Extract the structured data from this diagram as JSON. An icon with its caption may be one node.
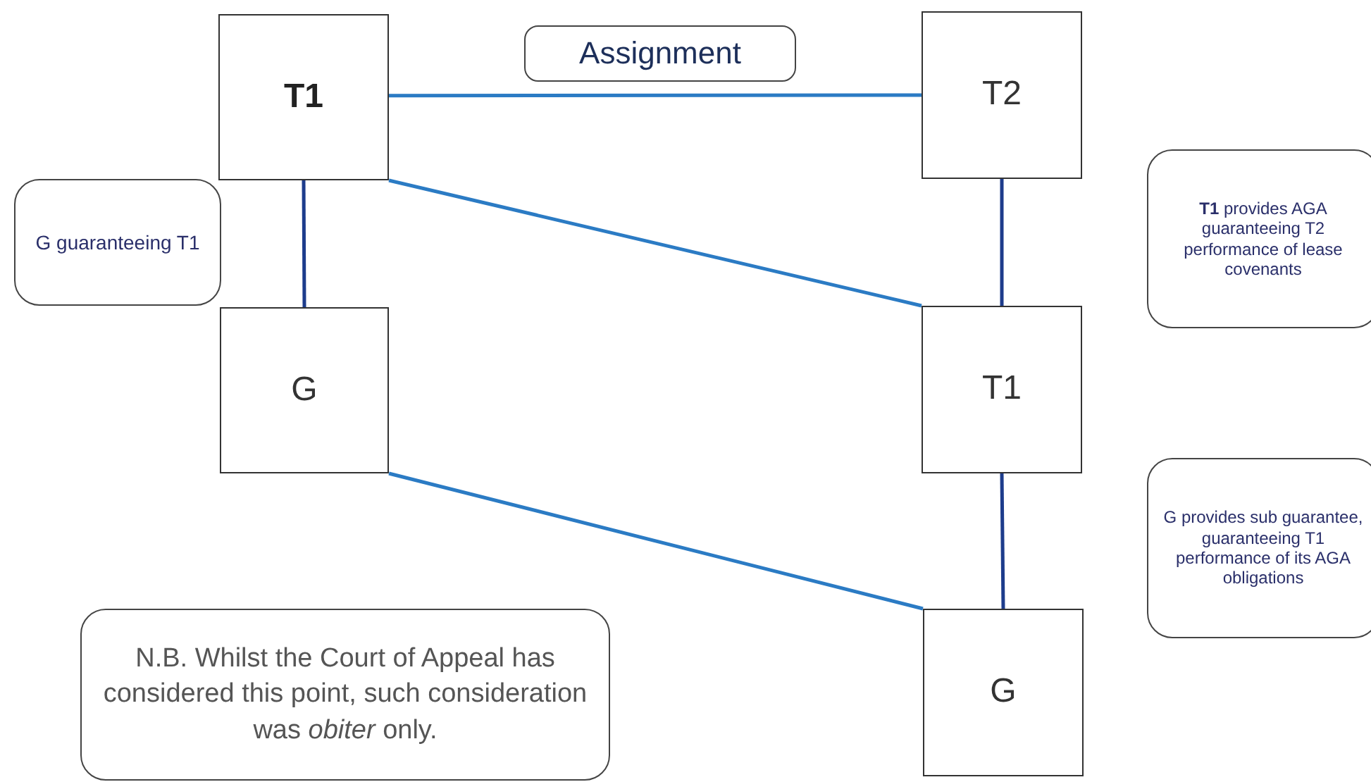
{
  "diagram": {
    "nodes": [
      {
        "text": [
          "T1"
        ]
      },
      {
        "text": [
          "T2"
        ]
      },
      {
        "text": [
          "T1"
        ]
      },
      {
        "text": [
          "G"
        ]
      },
      {
        "text": [
          "G"
        ]
      },
      {
        "text": [
          "Assignment"
        ]
      },
      {
        "text": [
          "G guaranteeing T1"
        ]
      },
      {
        "text": [
          "**T1** provides AGA guaranteeing T2 performance of lease covenants"
        ]
      },
      {
        "text": [
          "G provides sub guarantee, guaranteeing T1 performance of its AGA obligations"
        ]
      },
      {
        "text": [
          "N.B. Whilst the Court of Appeal has considered this point, such consideration was *obiter* only."
        ]
      }
    ],
    "edges": [
      {
        "from": 0,
        "to": 1,
        "arrow": "none"
      },
      {
        "from": 0,
        "to": 2,
        "arrow": "none"
      },
      {
        "from": 0,
        "to": 3,
        "arrow": "none",
        "color": "#1d3c8c"
      },
      {
        "from": 1,
        "to": 2,
        "arrow": "none",
        "color": "#1d3c8c"
      },
      {
        "from": 3,
        "to": 4,
        "arrow": "none"
      },
      {
        "from": 2,
        "to": 4,
        "arrow": "none",
        "color": "#1d3c8c"
      }
    ]
  }
}
